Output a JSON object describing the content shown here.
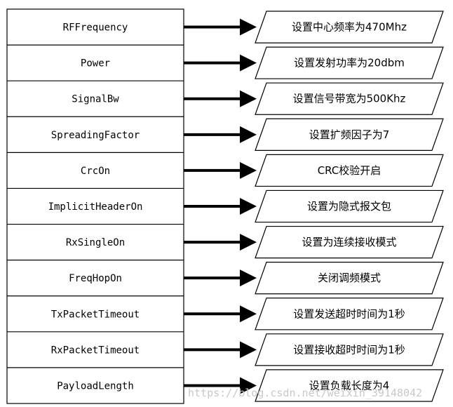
{
  "diagram": {
    "rows": [
      {
        "parameter": "RFFrequency",
        "description": "设置中心频率为470Mhz"
      },
      {
        "parameter": "Power",
        "description": "设置发射功率为20dbm"
      },
      {
        "parameter": "SignalBw",
        "description": "设置信号带宽为500Khz"
      },
      {
        "parameter": "SpreadingFactor",
        "description": "设置扩频因子为7"
      },
      {
        "parameter": "CrcOn",
        "description": "CRC校验开启"
      },
      {
        "parameter": "ImplicitHeaderOn",
        "description": "设置为隐式报文包"
      },
      {
        "parameter": "RxSingleOn",
        "description": "设置为连续接收模式"
      },
      {
        "parameter": "FreqHopOn",
        "description": "关闭调频模式"
      },
      {
        "parameter": "TxPacketTimeout",
        "description": "设置发送超时时间为1秒"
      },
      {
        "parameter": "RxPacketTimeout",
        "description": "设置接收超时时间为1秒"
      },
      {
        "parameter": "PayloadLength",
        "description": "设置负载长度为4"
      }
    ],
    "watermark": "https://blog.csdn.net/weixin_39148042"
  },
  "colors": {
    "stroke": "#000000",
    "fill": "#ffffff",
    "watermark": "#c8c8c8"
  }
}
